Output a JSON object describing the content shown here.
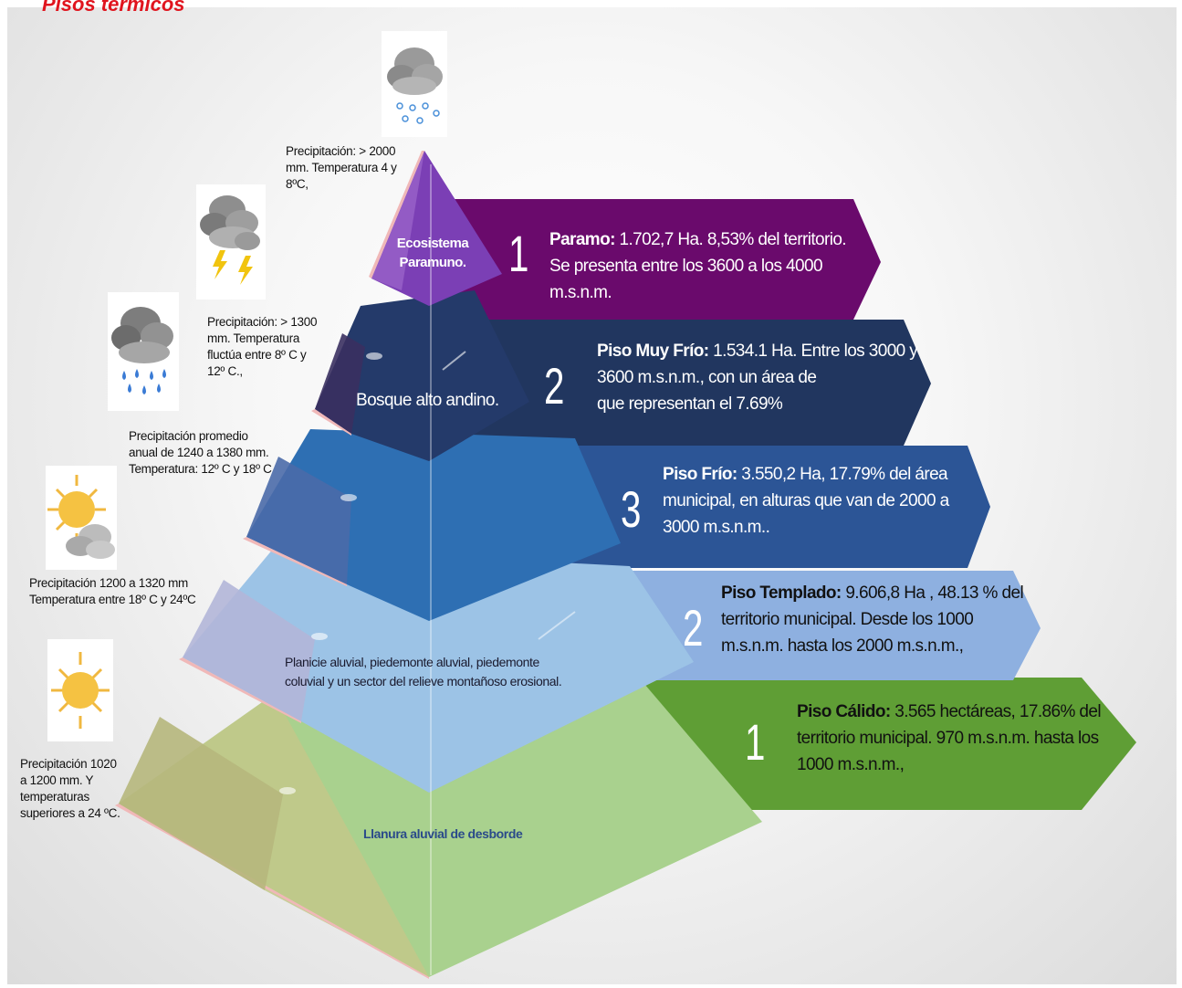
{
  "header": {
    "title": "Pisos térmicos"
  },
  "colors": {
    "paramo": "#6a0a6c",
    "muy_frio": "#21365f",
    "frio": "#2c5596",
    "templado": "#8eb0e0",
    "calido": "#5f9e35",
    "pyramid_top": "#7b3fb5",
    "pyramid_l2": "#243a6a",
    "pyramid_l3": "#2e6fb3",
    "pyramid_l4": "#9cc3e6",
    "pyramid_l5": "#a9d18e"
  },
  "pyramid": {
    "levels": [
      {
        "label_line1": "Ecosistema",
        "label_line2": "Paramuno."
      },
      {
        "label": "Bosque alto andino."
      },
      {
        "label": ""
      },
      {
        "label_line1": "Planicie aluvial, piedemonte aluvial, piedemonte",
        "label_line2": "coluvial y un sector del relieve montañoso erosional."
      },
      {
        "label": "Llanura aluvial de desborde"
      }
    ]
  },
  "floors": [
    {
      "number": "1",
      "name": "Paramo:",
      "text_line1": " 1.702,7 Ha.  8,53% del territorio.",
      "text_line2": "Se presenta entre los 3600 a los 4000",
      "text_line3": "m.s.n.m."
    },
    {
      "number": "2",
      "name": "Piso Muy Frío:",
      "text_line1": " 1.534.1  Ha.  Entre los 3000 y",
      "text_line2": "3600 m.s.n.m., con un área de",
      "text_line3": "que representan el 7.69%"
    },
    {
      "number": "3",
      "name": "Piso Frío:",
      "text_line1": " 3.550,2 Ha,  17.79% del área",
      "text_line2": "municipal, en alturas que van de 2000 a",
      "text_line3": "3000 m.s.n.m.."
    },
    {
      "number": "2",
      "name": "Piso Templado:",
      "text_line1": " 9.606,8 Ha , 48.13 % del",
      "text_line2": "territorio municipal.  Desde los 1000",
      "text_line3": "m.s.n.m. hasta los 2000 m.s.n.m.,"
    },
    {
      "number": "1",
      "name": "Piso Cálido:",
      "text_line1": "  3.565 hectáreas,  17.86% del",
      "text_line2": "territorio municipal.  970 m.s.n.m. hasta los",
      "text_line3": "1000 m.s.n.m.,"
    }
  ],
  "climate_notes": [
    {
      "icon": "snow-cloud-icon",
      "line1": "Precipitación:  > 2000",
      "line2": "mm. Temperatura 4 y",
      "line3": "8ºC,"
    },
    {
      "icon": "thunderstorm-icon",
      "line1": "Precipitación:  > 1300",
      "line2": "mm. Temperatura",
      "line3": "fluctúa entre 8º C y",
      "line4": " 12º C.,"
    },
    {
      "icon": "rain-cloud-icon",
      "line1": "Precipitación promedio",
      "line2": "anual de 1240  a 1380 mm.",
      "line3": "Temperatura: 12º C y 18º C"
    },
    {
      "icon": "partly-sunny-icon",
      "line1": "Precipitación 1200  a 1320   mm",
      "line2": "Temperatura entre 18º C y 24ºC"
    },
    {
      "icon": "sun-icon",
      "line1": "Precipitación 1020",
      "line2": "a 1200 mm.  Y",
      "line3": "temperaturas",
      "line4": "superiores a 24 ºC."
    }
  ]
}
